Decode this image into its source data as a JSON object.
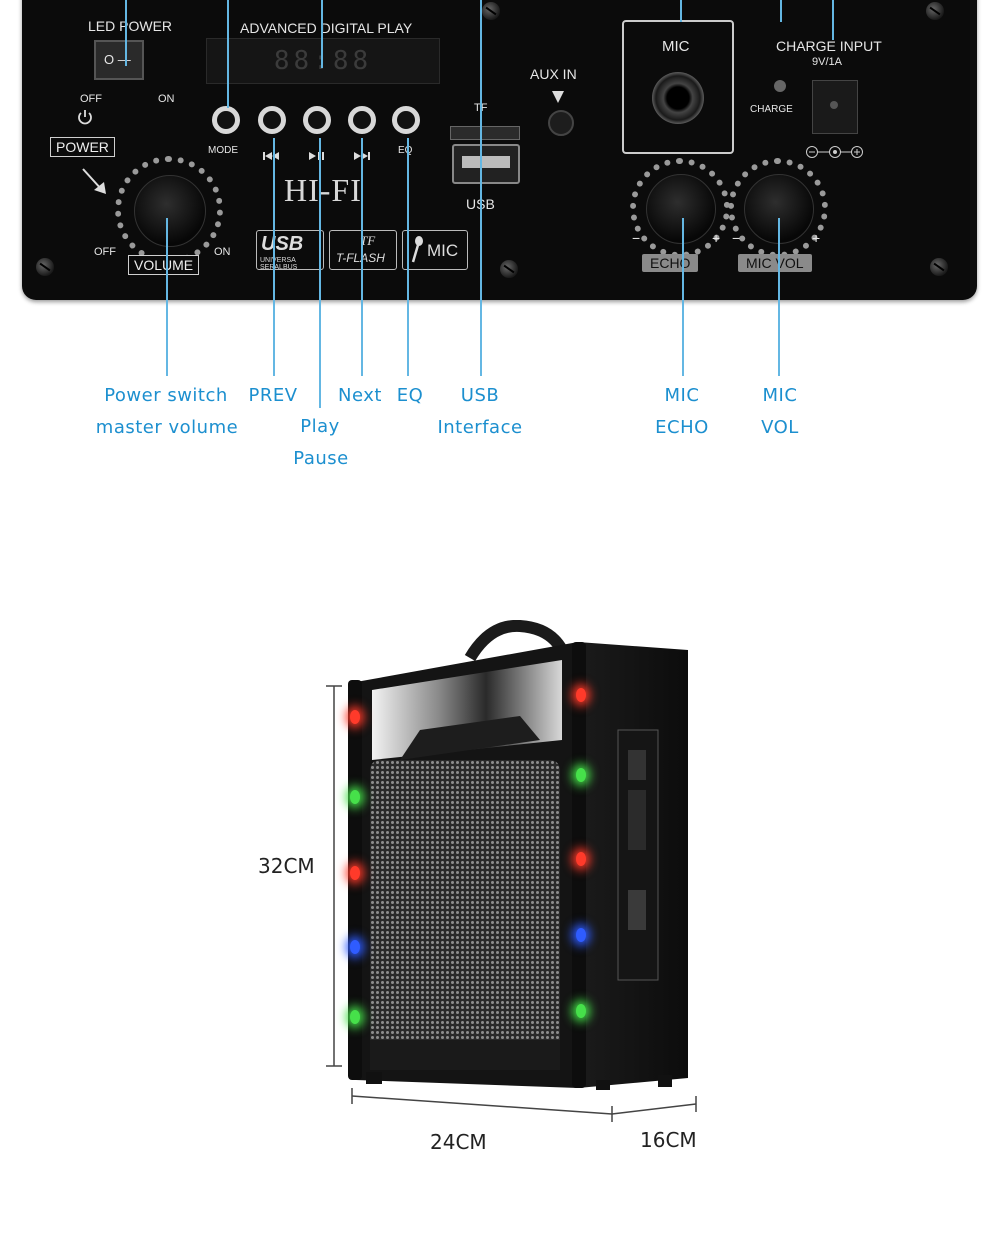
{
  "panel": {
    "led_power": "LED POWER",
    "switch_marks": "O  —",
    "off": "OFF",
    "on": "ON",
    "power": "POWER",
    "power_icon": "power-icon",
    "volume": "VOLUME",
    "vol_off": "OFF",
    "vol_on": "ON",
    "advanced_digital_play": "ADVANCED DIGITAL PLAY",
    "display": "88:88",
    "mode": "MODE",
    "eq": "EQ",
    "hifi": "HI-FI",
    "usb_logo": "USB",
    "usb_logo_sub": "UNIVERSA SERALBUS",
    "tf_logo": "TF",
    "tflash": "T-FLASH",
    "mic_logo": "MIC",
    "tf": "TF",
    "usb": "USB",
    "aux_in": "AUX IN",
    "mic": "MIC",
    "charge_input": "CHARGE INPUT",
    "charge_rating": "9V/1A",
    "charge": "CHARGE",
    "echo": "ECHO",
    "mic_vol": "MIC VOL",
    "minus": "−",
    "plus": "+"
  },
  "callouts": {
    "power_switch": "Power switch",
    "master_volume": "master volume",
    "prev": "PREV",
    "play": "Play",
    "pause": "Pause",
    "next": "Next",
    "eq": "EQ",
    "usb": "USB",
    "interface": "Interface",
    "mic1": "MIC",
    "echo": "ECHO",
    "mic2": "MIC",
    "vol": "VOL"
  },
  "speaker": {
    "height": "32CM",
    "width": "24CM",
    "depth": "16CM",
    "led_colors": {
      "red": "#ff3a2a",
      "green": "#46e04a",
      "blue": "#2f5cff",
      "accent": "#1c8fcf"
    }
  }
}
